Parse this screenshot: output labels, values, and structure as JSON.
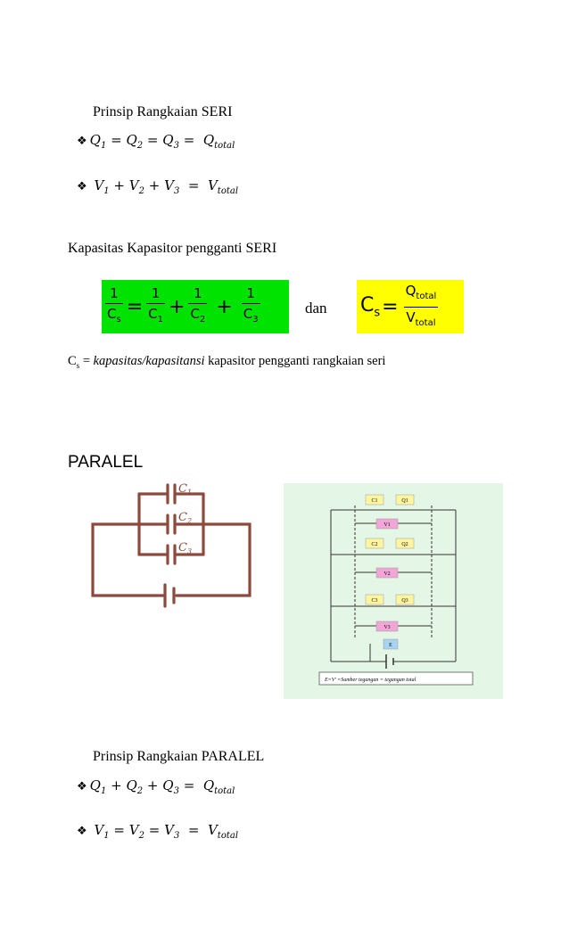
{
  "seri": {
    "prinsip_title": "Prinsip Rangkaian SERI",
    "eq_charge": {
      "bullet": "❖",
      "lhs": "Q",
      "s1": "1",
      "s2": "2",
      "s3": "3",
      "rhs_sub": "total"
    },
    "eq_voltage": {
      "bullet": "❖",
      "lhs": "V",
      "s1": "1",
      "s2": "2",
      "s3": "3",
      "rhs_sub": "total"
    },
    "kapasitas_heading": "Kapasitas Kapasitor pengganti SERI",
    "formula_one": "1",
    "cs_base": "C",
    "cs_sub": "s",
    "c_base": "C",
    "c_subs": [
      "1",
      "2",
      "3"
    ],
    "dan": "dan",
    "q_total": "Q",
    "v_total": "V",
    "total_sub": "total",
    "cs_def_prefix": "C",
    "cs_def_sub": "s",
    "cs_def_eq": " = ",
    "cs_def_italic": "kapasitas/kapasitansi",
    "cs_def_rest": " kapasitor pengganti rangkaian seri"
  },
  "paralel": {
    "heading": "PARALEL",
    "circuit_labels": [
      "C",
      "C",
      "C"
    ],
    "circuit_label_subs": [
      "1",
      "2",
      "3"
    ],
    "diagram_labels": {
      "c1": "C1",
      "q1": "Q1",
      "v1": "V1",
      "c2": "C2",
      "q2": "Q2",
      "v2": "V2",
      "c3": "C3",
      "q3": "Q3",
      "v3": "V3",
      "e": "E",
      "legend": "E=V' =Sumber tegangan = tegangan total"
    },
    "prinsip_title": "Prinsip Rangkaian PARALEL",
    "eq_charge": {
      "bullet": "❖",
      "lhs": "Q",
      "s1": "1",
      "s2": "2",
      "s3": "3",
      "rhs_sub": "total"
    },
    "eq_voltage": {
      "bullet": "❖",
      "lhs": "V",
      "s1": "1",
      "s2": "2",
      "s3": "3",
      "rhs_sub": "total"
    }
  },
  "colors": {
    "green_box": "#00e200",
    "yellow_box": "#ffff00",
    "circuit_wire": "#8b4a3c",
    "diagram_bg": "#e4f6e6",
    "pink_box": "#f2a6d8",
    "yellow_label": "#fff4a0",
    "blue_box": "#a8d4f2"
  }
}
